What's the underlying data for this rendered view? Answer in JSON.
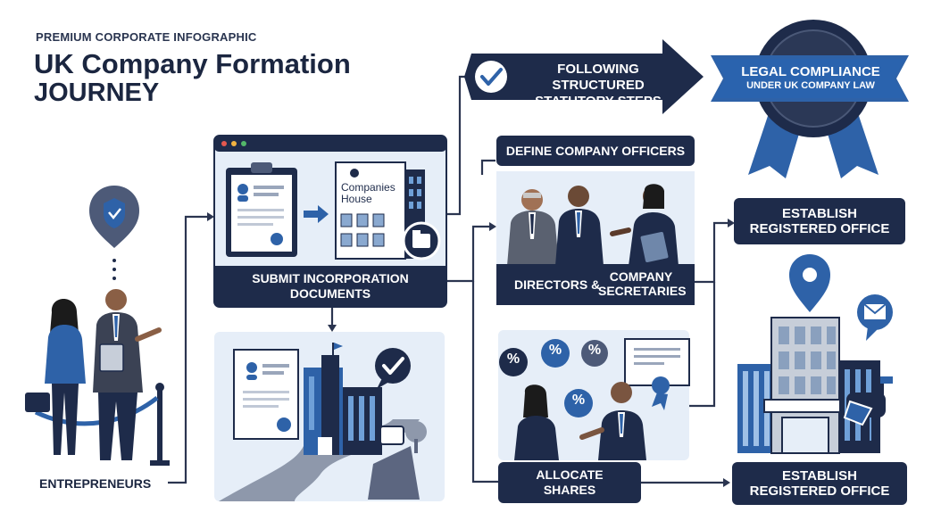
{
  "header": {
    "kicker": "PREMIUM CORPORATE INFOGRAPHIC",
    "title_line1": "UK Company Formation",
    "title_line2": "JOURNEY"
  },
  "steps": {
    "arrow_banner": {
      "line1": "FOLLOWING STRUCTURED",
      "line2": "STATUTORY STEPS"
    },
    "badge": {
      "line1": "LEGAL COMPLIANCE",
      "line2": "UNDER UK COMPANY LAW"
    },
    "submit": {
      "line1": "SUBMIT INCORPORATION",
      "line2": "DOCUMENTS"
    },
    "companies_house_sign": {
      "line1": "Companies",
      "line2": "House"
    },
    "define_officers": "DEFINE COMPANY OFFICERS",
    "directors": {
      "left": "DIRECTORS &",
      "right1": "COMPANY",
      "right2": "SECRETARIES"
    },
    "allocate": {
      "line1": "ALLOCATE",
      "line2": "SHARES"
    },
    "registered_top": {
      "line1": "ESTABLISH",
      "line2": "REGISTERED OFFICE"
    },
    "registered_bottom": {
      "line1": "ESTABLISH",
      "line2": "REGISTERED OFFICE"
    },
    "entrepreneurs": "ENTREPRENEURS",
    "percent_symbol": "%"
  },
  "colors": {
    "navy": "#1e2b4a",
    "blue": "#2e62a8",
    "light_blue": "#e4edf7",
    "grey": "#8a94a6"
  }
}
